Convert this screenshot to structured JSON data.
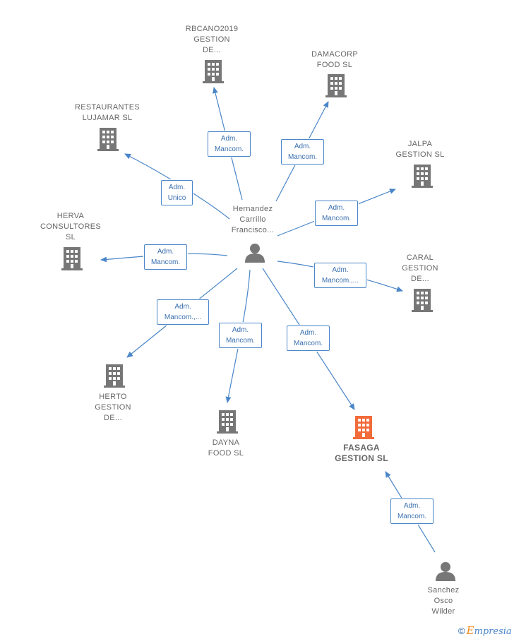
{
  "nodes": {
    "rbcano": "RBCANO2019\nGESTION\nDE...",
    "damacorp": "DAMACORP\nFOOD  SL",
    "restaurantes": "RESTAURANTES\nLUJAMAR SL",
    "jalpa": "JALPA\nGESTION  SL",
    "herva": "HERVA\nCONSULTORES\nSL",
    "caral": "CARAL\nGESTION\nDE...",
    "herto": "HERTO\nGESTION\nDE...",
    "dayna": "DAYNA\nFOOD  SL",
    "fasaga": "FASAGA\nGESTION  SL",
    "hernandez": "Hernandez\nCarrillo\nFrancisco...",
    "sanchez": "Sanchez\nOsco\nWilder"
  },
  "edges": {
    "rbcano": "Adm.\nMancom.",
    "damacorp": "Adm.\nMancom.",
    "restaurantes": "Adm.\nUnico",
    "jalpa": "Adm.\nMancom.",
    "herva": "Adm.\nMancom.",
    "caral": "Adm.\nMancom.,...",
    "herto": "Adm.\nMancom.,...",
    "dayna": "Adm.\nMancom.",
    "fasaga": "Adm.\nMancom.",
    "sanchez": "Adm.\nMancom."
  },
  "colors": {
    "company": "#777777",
    "focus_company": "#f26b3a",
    "person": "#777777",
    "edge": "#4a86c8"
  },
  "brand": {
    "copyright": "©",
    "e": "E",
    "rest": "mpresia"
  }
}
